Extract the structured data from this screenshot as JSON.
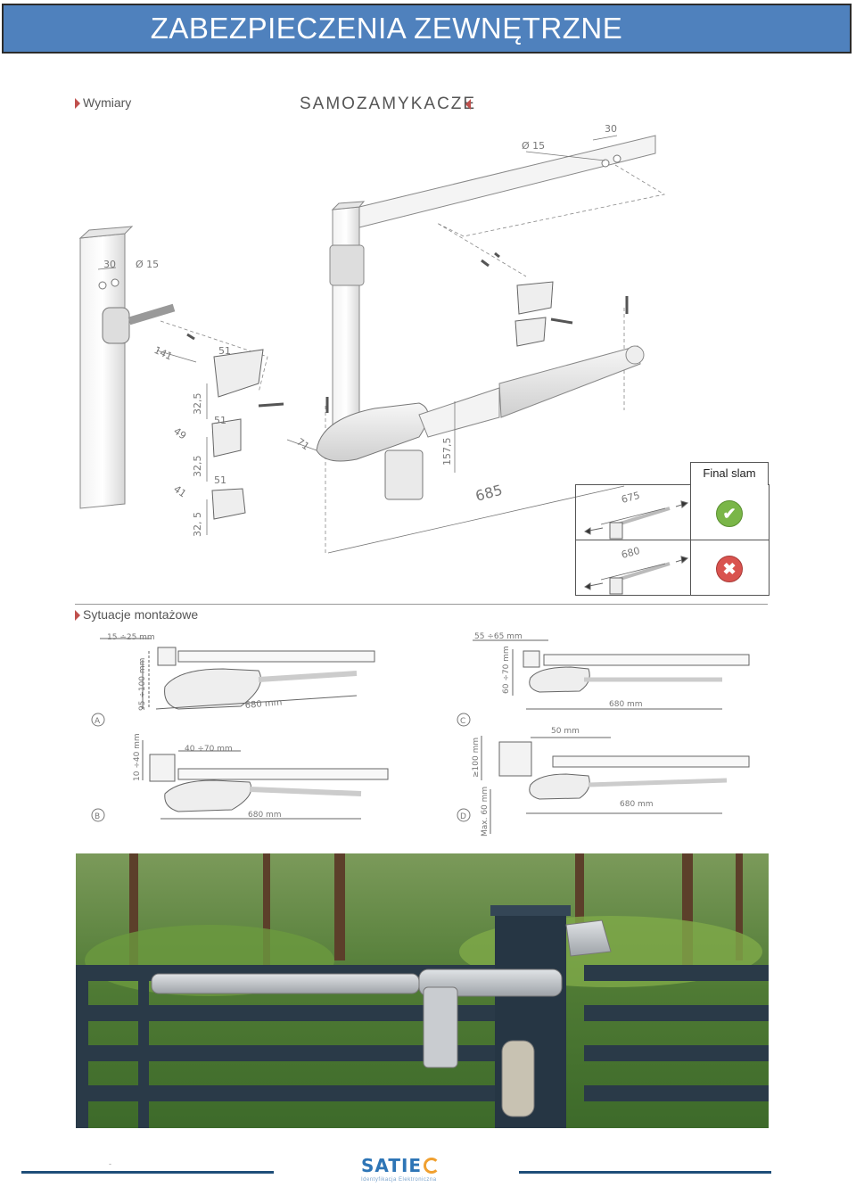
{
  "header": {
    "title": "ZABEZPIECZENIA ZEWNĘTRZNE"
  },
  "sections": {
    "dimensions_label": "Wymiary",
    "subtitle": "SAMOZAMYKACZE",
    "mounting_label": "Sytuacje montażowe"
  },
  "diagram_labels": {
    "post_hole_spacing": "30",
    "post_hole_dia": "Ø 15",
    "gate_hole_spacing": "30",
    "gate_hole_dia": "Ø 15",
    "d141": "141",
    "d51a": "51",
    "d51b": "51",
    "d51c": "51",
    "d325a": "32,5",
    "d325b": "32,5",
    "d325c": "32, 5",
    "d49": "49",
    "d41": "41",
    "d71": "71",
    "d1575": "157,5",
    "d685": "685"
  },
  "final_slam": {
    "title": "Final slam",
    "ok_value": "675",
    "bad_value": "680",
    "ok_icon": "check-icon",
    "bad_icon": "cross-icon",
    "ok_color": "#7ab648",
    "bad_color": "#d9534f"
  },
  "mounting": {
    "A": {
      "letter": "A",
      "range1": "15 ÷25  mm",
      "range2": "95 ÷100  mm",
      "length": "680 mm"
    },
    "B": {
      "letter": "B",
      "range1": "40 ÷70  mm",
      "range2": "10 ÷40  mm",
      "length": "680 mm"
    },
    "C": {
      "letter": "C",
      "range1": "55 ÷65  mm",
      "range2": "60 ÷70  mm",
      "length": "680 mm"
    },
    "D": {
      "letter": "D",
      "range1": "50  mm",
      "range2": "≥100  mm",
      "range3": "Max. 60 mm",
      "length": "680 mm"
    }
  },
  "footer": {
    "dash": "-",
    "logo": "SATIE",
    "logo_sub": "Identyfikacja  Elektroniczna"
  },
  "colors": {
    "header_bg": "#4f81bd",
    "accent_triangle": "#c0504d",
    "footer_line": "#1f4e79"
  }
}
